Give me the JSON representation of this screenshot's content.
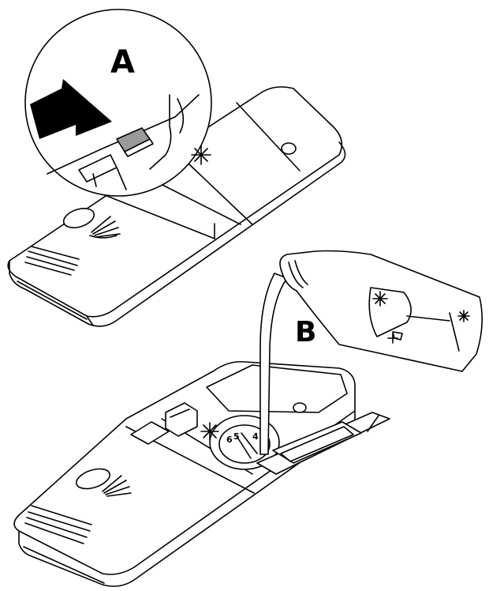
{
  "labels": {
    "step_a": "A",
    "step_b": "B"
  },
  "dial": {
    "marks": [
      "6",
      "5",
      "4"
    ]
  },
  "colors": {
    "line": "#000000",
    "background": "#ffffff",
    "latch_grey": "#9a9a9a",
    "arrow": "#000000"
  },
  "icons": {
    "detergent_cup_symbol": "detergent-fan-icon",
    "rinse_aid_symbol": "sparkle-star-icon",
    "bottle_symbol": "wine-glass-icon"
  }
}
